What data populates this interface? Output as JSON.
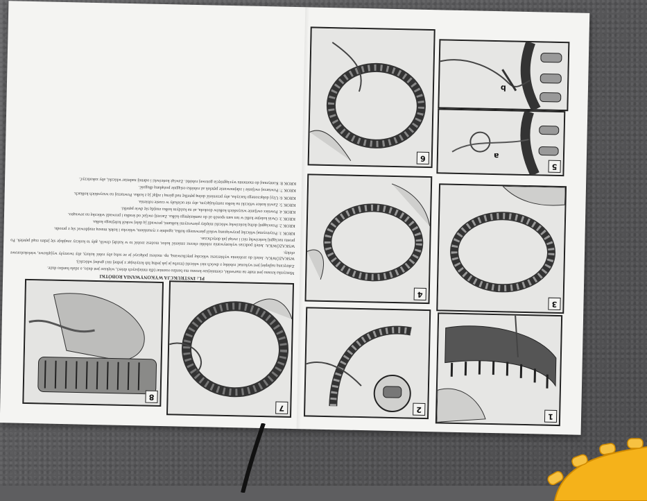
{
  "instruction": {
    "title": "PL: INSTRUKCJA WYKONYWANIA ROBÓTKI",
    "paragraphs": [
      "Maszynka krosno jest małe na marwelki, ciemniejsze krosno ma bardzo rozmiar (dla mniejszych dzieci, większe jest dużo, a zdała bardzo duże.",
      "Zakręcaną najlepiej jest wykonać robótkę z dwóch nici włóczki (trzeba je jak jedną lub krzyżując z jednej nici grubej włóczki).",
      "WSKAZÓWKA: Jeżeli do zrobienia wybierzesz włóczkę pręcikowaną, np. możesz połączyć je ze sobą aby robić kolory, aby tworzyły wyjątkowe, wielokolorowe efekty.",
      "WSKAZÓWKA: Jeżeli podczas wykonywania robótki chcesz zmienić kolor, możesz zrobić to w każdej chwili, gdy ta kończy znajduje się jeden rząd pętelek. Po prostu naciągnij końcówkę nici i zwiąż jak dotychczas.",
      "KROK 1: Przytrzymaj włóczkę przywiązaną wokół pierwszego kołka, zgodnie z rysunkiem, włóczka i kołek muszą znajdować się z przodu.",
      "KROK 2: Przeciągnij dolną końcówkę włóczki między pierwszymi kołkami, prowadź ją dalej wokół kolejnego kołka.",
      "KROK 3: Owiń kolejne kołki w ten sam sposób aż do zamkniętego kółka. Zacznij owijać od środka i prowadź włóczkę na zewnątrz.",
      "KROK 4: Powtórz owijanie wszystkich kołków dookoła, aż na każdym kołku znajdą się dwie pętelki.",
      "KROK 5: Zawiń końce włóczki na kołku zamykającym, aby nie uciekały w czasie robienia.",
      "KROK 6: Użyj dołączonego haczyka, aby przenieść dolną pętelkę nad górną i zdjąć ją z kołka. Powtarzaj na wszystkich kołkach.",
      "KROK 7: Powtarzaj owijanie i zdejmowanie pętelek aż robótka osiągnie pożądaną długość.",
      "KROK 8: Kontynuuj do momentu wyciągnięcia gotowej robótki. Zawiąż końcówki i odetnij nadmiar włóczki, aby zakończyć."
    ]
  },
  "steps": [
    {
      "number": "1",
      "sub_label": ""
    },
    {
      "number": "2",
      "sub_label": ""
    },
    {
      "number": "3",
      "sub_label": ""
    },
    {
      "number": "4",
      "sub_label": ""
    },
    {
      "number": "5",
      "sub_label": "a"
    },
    {
      "number": "5",
      "sub_label": "b"
    },
    {
      "number": "6",
      "sub_label": ""
    },
    {
      "number": "7",
      "sub_label": ""
    },
    {
      "number": "8",
      "sub_label": ""
    }
  ],
  "colors": {
    "carpet": "#5e5e60",
    "paper": "#f4f4f2",
    "ink": "#222222",
    "toy": "#f5b21a"
  }
}
